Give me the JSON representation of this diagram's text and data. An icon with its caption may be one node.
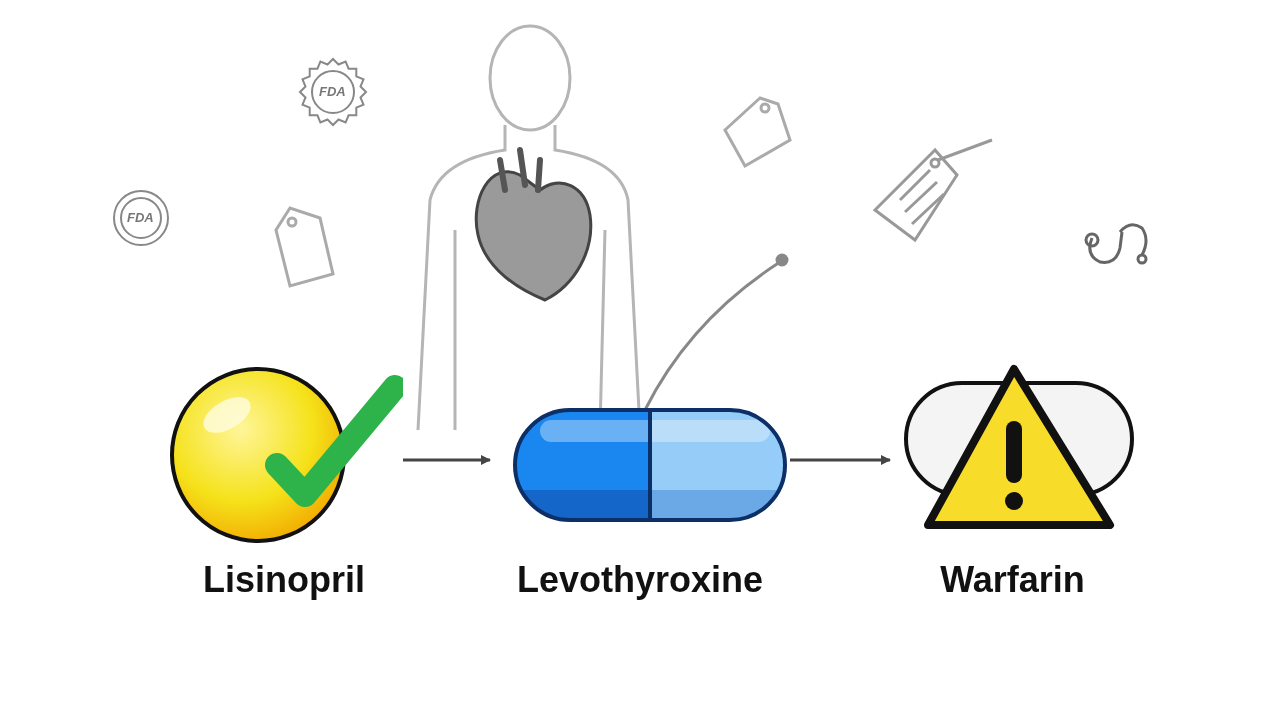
{
  "diagram": {
    "nodes": [
      {
        "text": [
          "Lisinopril"
        ]
      },
      {
        "text": [
          "Levothyroxine"
        ]
      },
      {
        "text": [
          "Warfarin"
        ]
      }
    ],
    "edges": [
      {
        "from": 0,
        "to": 1,
        "arrow": "to"
      },
      {
        "from": 1,
        "to": 2,
        "arrow": "to"
      }
    ],
    "labels": [
      "FDA",
      "FDA"
    ]
  }
}
